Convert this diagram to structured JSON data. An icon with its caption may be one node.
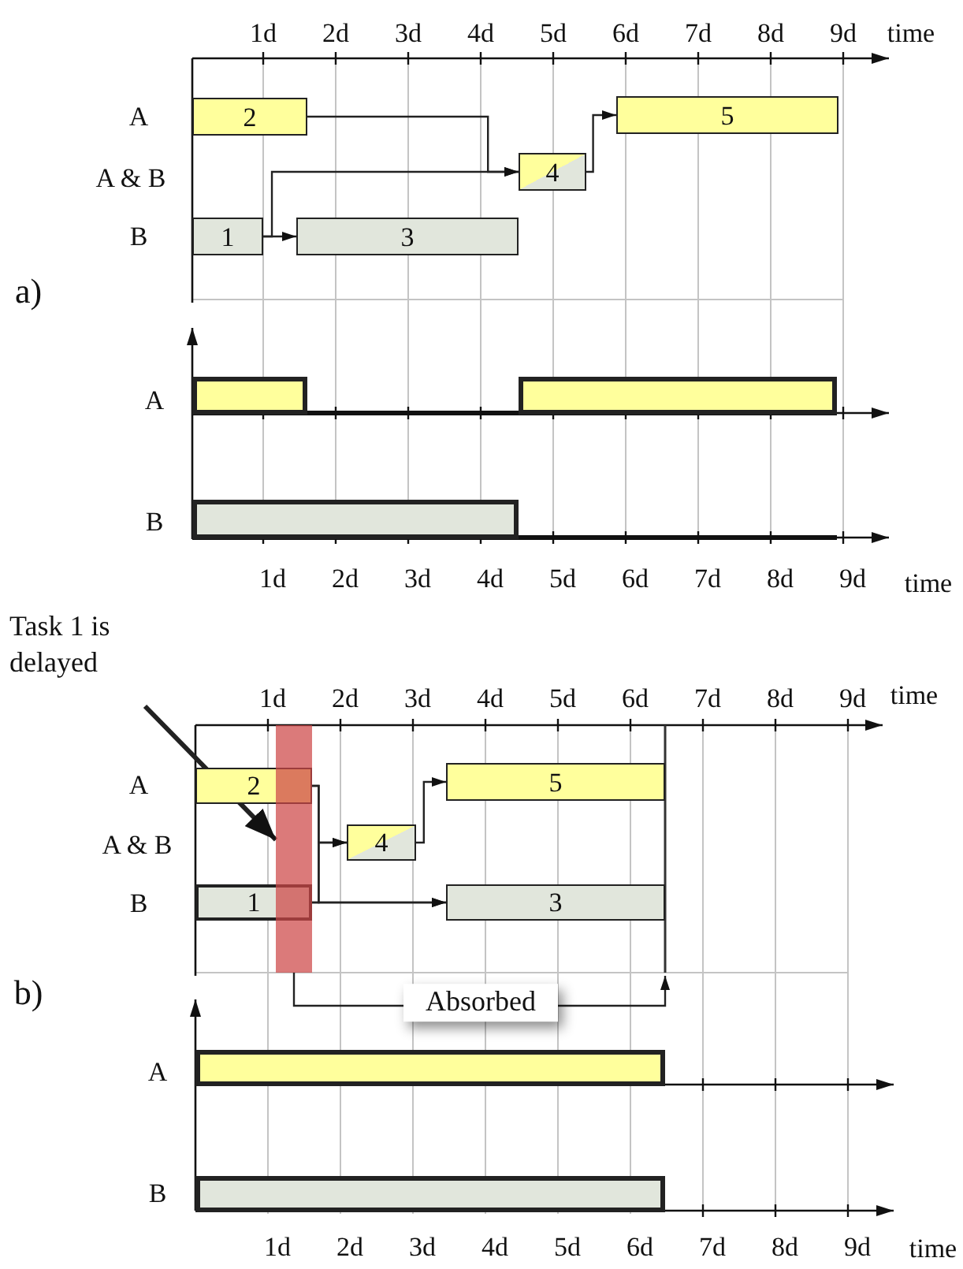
{
  "diagram": {
    "nodes": [
      {
        "text": [
          "2"
        ]
      },
      {
        "text": [
          "5"
        ]
      },
      {
        "text": [
          "4"
        ]
      },
      {
        "text": [
          "1"
        ]
      },
      {
        "text": [
          "3"
        ]
      },
      {
        "text": [
          "Task 1 is delayed"
        ]
      },
      {
        "text": [
          "2"
        ]
      },
      {
        "text": [
          "5"
        ]
      },
      {
        "text": [
          "4"
        ]
      },
      {
        "text": [
          "1"
        ]
      },
      {
        "text": [
          "3"
        ]
      },
      {
        "text": [],
        "shape": "bar"
      }
    ],
    "edges": [
      {
        "from": 0,
        "to": 2,
        "arrow": "to"
      },
      {
        "from": 3,
        "to": 2,
        "arrow": "to"
      },
      {
        "from": 3,
        "to": 4,
        "arrow": "to"
      },
      {
        "from": 2,
        "to": 1,
        "arrow": "to"
      },
      {
        "from": 6,
        "to": 8,
        "arrow": "to"
      },
      {
        "from": 6,
        "to": 10,
        "arrow": "to"
      },
      {
        "from": 9,
        "to": 8,
        "arrow": "to"
      },
      {
        "from": 9,
        "to": 10,
        "arrow": "to"
      },
      {
        "from": 8,
        "to": 7,
        "arrow": "to"
      },
      {
        "from": 5,
        "to": 11,
        "arrow": "to",
        "style": "thick"
      },
      {
        "from": 11,
        "to": null,
        "arrow": "to",
        "label": "Absorbed"
      }
    ],
    "labels": [
      "1d",
      "2d",
      "3d",
      "4d",
      "5d",
      "6d",
      "7d",
      "8d",
      "9d",
      "time",
      "A",
      "A & B",
      "B",
      "a)",
      "A",
      "B",
      "1d",
      "2d",
      "3d",
      "4d",
      "5d",
      "6d",
      "7d",
      "8d",
      "9d",
      "time",
      "1d",
      "2d",
      "3d",
      "4d",
      "5d",
      "6d",
      "7d",
      "8d",
      "9d",
      "time",
      "A",
      "A & B",
      "B",
      "b)",
      "A",
      "B",
      "1d",
      "2d",
      "3d",
      "4d",
      "5d",
      "6d",
      "7d",
      "8d",
      "9d",
      "time"
    ]
  }
}
